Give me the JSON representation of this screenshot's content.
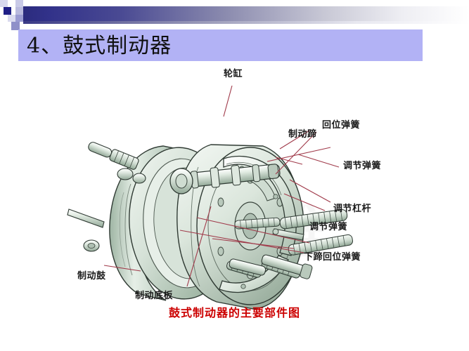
{
  "slide": {
    "title": "4、鼓式制动器",
    "background_color": "#ffffff",
    "title_band_color": "#b2b2f5",
    "accent_dark": "#2b2b7e",
    "caption_color": "#cc0000",
    "leader_line_color": "#a03a4a"
  },
  "decoration": {
    "squares": [
      {
        "name": "deco-square-dark",
        "color": "#1f1f86"
      },
      {
        "name": "deco-square-mid",
        "color": "#8f90c9"
      },
      {
        "name": "deco-square-light",
        "color": "#c6c7e6"
      }
    ]
  },
  "figure": {
    "caption": "鼓式制动器的主要部件图",
    "labels": [
      {
        "id": "wheel-cylinder",
        "text": "轮缸"
      },
      {
        "id": "brake-shoe",
        "text": "制动蹄"
      },
      {
        "id": "return-spring",
        "text": "回位弹簧"
      },
      {
        "id": "adjust-spring-upper",
        "text": "调节弹簧"
      },
      {
        "id": "adjust-lever",
        "text": "调节杠杆"
      },
      {
        "id": "adjust-spring-lower",
        "text": "调节弹簧"
      },
      {
        "id": "lower-shoe-return-spring",
        "text": "下蹄回位弹簧"
      },
      {
        "id": "brake-drum",
        "text": "制动鼓"
      },
      {
        "id": "backing-plate",
        "text": "制动底板"
      }
    ],
    "illustration": {
      "subject": "drum-brake-assembly",
      "style": "line-art",
      "fill_light": "#e8efe9",
      "fill_mid": "#c3d3c6",
      "fill_dark": "#94a99a",
      "stroke": "#2f3a33"
    }
  }
}
